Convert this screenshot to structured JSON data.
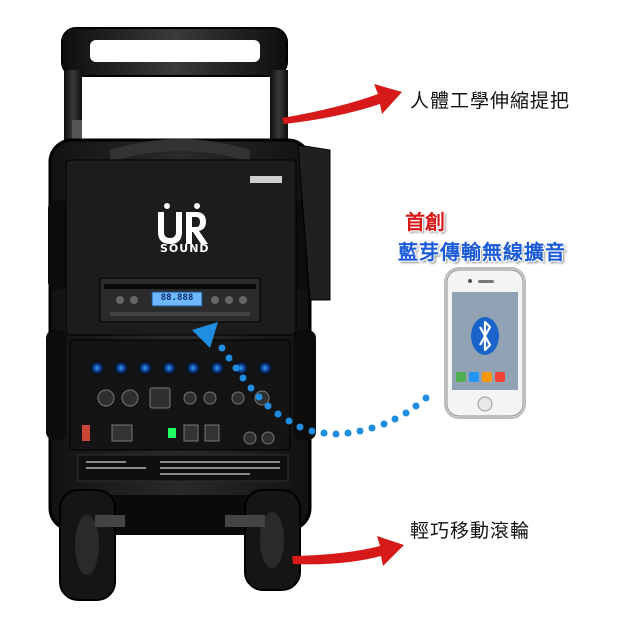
{
  "labels": {
    "handle": "人體工學伸縮提把",
    "wheels": "輕巧移動滾輪"
  },
  "promo": {
    "line1": "首創",
    "line2": "藍芽傳輸無線擴音"
  },
  "speaker": {
    "brand_logo": "UR",
    "brand_name": "SOUND",
    "cd_display": "88.888"
  },
  "colors": {
    "arrow": "#d61a1a",
    "dots": "#1f8de0",
    "bluetooth": "#1a63c9",
    "body": "#1a1a1a"
  },
  "icons": [
    "bluetooth-icon",
    "arrow-right-icon",
    "arrow-up-icon"
  ]
}
